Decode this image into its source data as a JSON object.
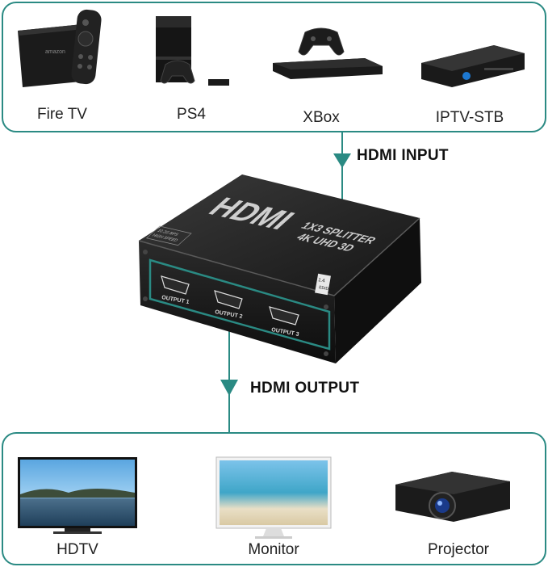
{
  "input_devices": [
    {
      "label": "Fire TV",
      "icon": "fire-tv-icon"
    },
    {
      "label": "PS4",
      "icon": "ps4-console-icon"
    },
    {
      "label": "XBox",
      "icon": "xbox-console-icon"
    },
    {
      "label": "IPTV-STB",
      "icon": "set-top-box-icon"
    }
  ],
  "output_devices": [
    {
      "label": "HDTV",
      "icon": "hdtv-icon"
    },
    {
      "label": "Monitor",
      "icon": "monitor-icon"
    },
    {
      "label": "Projector",
      "icon": "projector-icon"
    }
  ],
  "flow": {
    "input_label": "HDMI INPUT",
    "output_label": "HDMI OUTPUT"
  },
  "splitter": {
    "brand": "HDMI",
    "model_line1": "1X3 SPLITTER",
    "model_line2": "4K UHD 3D",
    "ports": [
      "OUTPUT 1",
      "OUTPUT 2",
      "OUTPUT 3"
    ],
    "version_badge": "1.4",
    "edid_label": "EDID",
    "spec_line1": "10.2G BPS",
    "spec_line2": "HIGH SPEED"
  },
  "colors": {
    "accent": "#2a8a83",
    "device_dark": "#1a1a1a"
  }
}
